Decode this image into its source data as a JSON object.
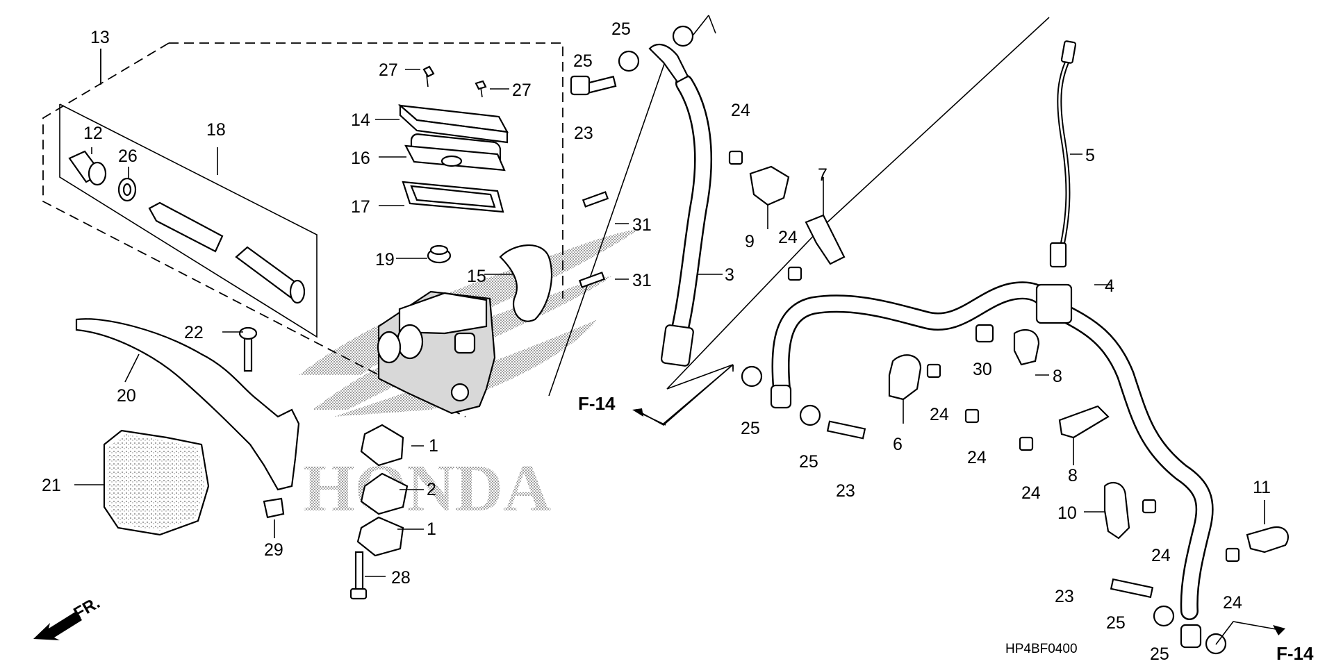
{
  "diagram": {
    "code": "HP4BF0400",
    "logo": "HONDA",
    "front_arrow": "FR.",
    "ref_left": "F-14",
    "ref_right": "F-14"
  },
  "labels": [
    {
      "id": "1",
      "text": "1"
    },
    {
      "id": "1b",
      "text": "1"
    },
    {
      "id": "2",
      "text": "2"
    },
    {
      "id": "3",
      "text": "3"
    },
    {
      "id": "4",
      "text": "4"
    },
    {
      "id": "5",
      "text": "5"
    },
    {
      "id": "6",
      "text": "6"
    },
    {
      "id": "7",
      "text": "7"
    },
    {
      "id": "8",
      "text": "8"
    },
    {
      "id": "8b",
      "text": "8"
    },
    {
      "id": "9",
      "text": "9"
    },
    {
      "id": "10",
      "text": "10"
    },
    {
      "id": "11",
      "text": "11"
    },
    {
      "id": "12",
      "text": "12"
    },
    {
      "id": "13",
      "text": "13"
    },
    {
      "id": "14",
      "text": "14"
    },
    {
      "id": "15",
      "text": "15"
    },
    {
      "id": "16",
      "text": "16"
    },
    {
      "id": "17",
      "text": "17"
    },
    {
      "id": "18",
      "text": "18"
    },
    {
      "id": "19",
      "text": "19"
    },
    {
      "id": "20",
      "text": "20"
    },
    {
      "id": "21",
      "text": "21"
    },
    {
      "id": "22",
      "text": "22"
    },
    {
      "id": "23a",
      "text": "23"
    },
    {
      "id": "23b",
      "text": "23"
    },
    {
      "id": "23c",
      "text": "23"
    },
    {
      "id": "24a",
      "text": "24"
    },
    {
      "id": "24b",
      "text": "24"
    },
    {
      "id": "24c",
      "text": "24"
    },
    {
      "id": "24d",
      "text": "24"
    },
    {
      "id": "24e",
      "text": "24"
    },
    {
      "id": "24f",
      "text": "24"
    },
    {
      "id": "24g",
      "text": "24"
    },
    {
      "id": "25a",
      "text": "25"
    },
    {
      "id": "25b",
      "text": "25"
    },
    {
      "id": "25c",
      "text": "25"
    },
    {
      "id": "25d",
      "text": "25"
    },
    {
      "id": "25e",
      "text": "25"
    },
    {
      "id": "25f",
      "text": "25"
    },
    {
      "id": "26",
      "text": "26"
    },
    {
      "id": "27a",
      "text": "27"
    },
    {
      "id": "27b",
      "text": "27"
    },
    {
      "id": "28",
      "text": "28"
    },
    {
      "id": "29",
      "text": "29"
    },
    {
      "id": "30",
      "text": "30"
    },
    {
      "id": "31a",
      "text": "31"
    },
    {
      "id": "31b",
      "text": "31"
    }
  ]
}
